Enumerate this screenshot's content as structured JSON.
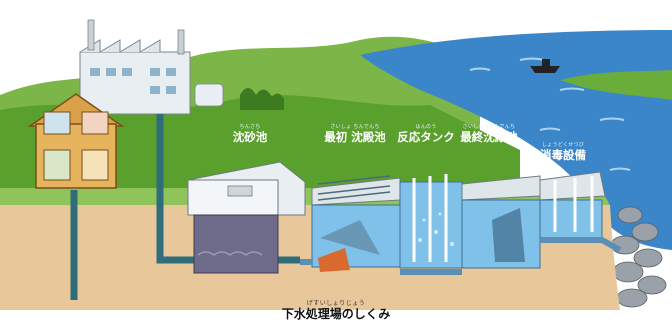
{
  "labels": [
    {
      "ruby": "ちんさち",
      "text": "沈砂池"
    },
    {
      "ruby": "さいしょ ちんでんち",
      "text": "最初 沈殿池"
    },
    {
      "ruby": "はんのう",
      "text": "反応タンク"
    },
    {
      "ruby": "さいしゅうちんでんち",
      "text": "最終沈殿池"
    },
    {
      "ruby": "しょうどくせつび",
      "text": "消毒設備"
    }
  ],
  "caption": {
    "ruby": "げすいしょりじょう",
    "text": "下水処理場のしくみ"
  },
  "colors": {
    "sky": "#ffffff",
    "hills": "#5aa02c",
    "river": "#3b86c8",
    "soil": "#e8c79a",
    "water_tank": "#7fc1e8",
    "sewage": "#6e6a8a",
    "building": "#e9eef2"
  }
}
